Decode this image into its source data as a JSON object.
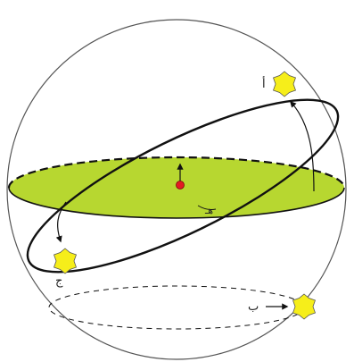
{
  "labels": {
    "star_a": "أ",
    "star_b": "ب",
    "star_c": "ج",
    "angle": "هـ"
  },
  "colors": {
    "plane_fill": "#b7d730",
    "star_fill": "#f6ee1a",
    "center_dot": "#e31b23",
    "stroke": "#111111",
    "sphere_stroke": "#555555"
  },
  "icons": {
    "star": "six-pointed-star-icon",
    "arrow": "arrow-icon"
  }
}
